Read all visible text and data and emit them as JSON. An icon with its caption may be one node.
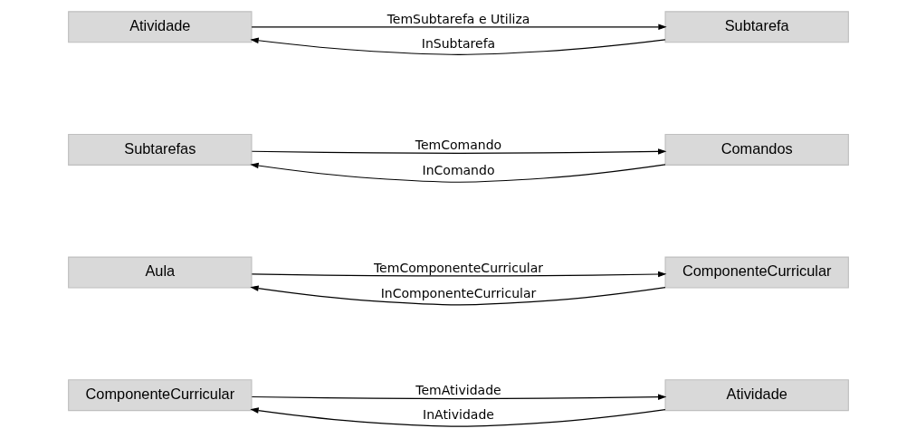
{
  "diagram": {
    "nodes": [
      {
        "text": [
          "ComponenteCurricular"
        ]
      },
      {
        "text": [
          "Atividade"
        ]
      },
      {
        "text": [
          "Aula"
        ]
      },
      {
        "text": [
          "ComponenteCurricular"
        ]
      },
      {
        "text": [
          "Subtarefas"
        ]
      },
      {
        "text": [
          "Comandos"
        ]
      },
      {
        "text": [
          "Atividade"
        ]
      },
      {
        "text": [
          "Subtarefa"
        ]
      }
    ],
    "edges": [
      {
        "from": 0,
        "to": 1,
        "arrow": "to",
        "label": "TemAtividade"
      },
      {
        "from": 1,
        "to": 0,
        "arrow": "to",
        "label": "InAtividade"
      },
      {
        "from": 2,
        "to": 3,
        "arrow": "to",
        "label": "TemComponenteCurricular"
      },
      {
        "from": 3,
        "to": 2,
        "arrow": "to",
        "label": "InComponenteCurricular"
      },
      {
        "from": 4,
        "to": 5,
        "arrow": "to",
        "label": "TemComando"
      },
      {
        "from": 5,
        "to": 4,
        "arrow": "to",
        "label": "InComando"
      },
      {
        "from": 6,
        "to": 7,
        "arrow": "to",
        "label": "TemSubtarefa e Utiliza"
      },
      {
        "from": 7,
        "to": 6,
        "arrow": "to",
        "label": "InSubtarefa"
      }
    ]
  }
}
